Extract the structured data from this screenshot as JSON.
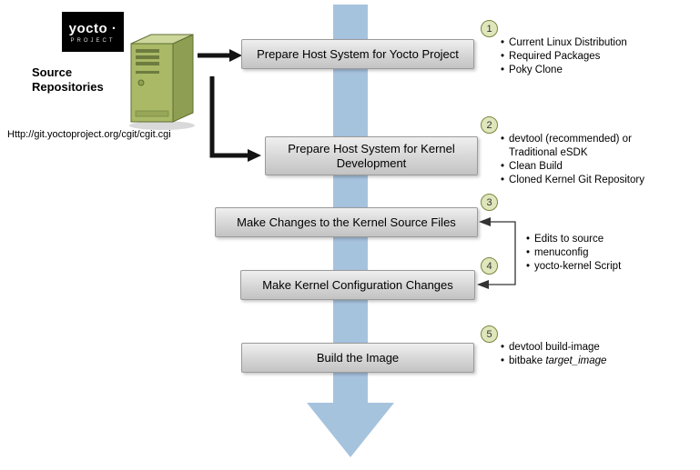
{
  "logo": {
    "brand": "yocto ·",
    "sub": "PROJECT"
  },
  "source": {
    "title": "Source Repositories",
    "url": "Http://git.yoctoproject.org/cgit/cgit.cgi"
  },
  "steps": {
    "s1": {
      "num": "1",
      "label": "Prepare Host System for Yocto Project"
    },
    "s2": {
      "num": "2",
      "label": "Prepare Host System for Kernel Development"
    },
    "s3": {
      "num": "3",
      "label": "Make Changes to the Kernel Source Files"
    },
    "s4": {
      "num": "4",
      "label": "Make Kernel Configuration Changes"
    },
    "s5": {
      "num": "5",
      "label": "Build the Image"
    }
  },
  "lists": {
    "s1": [
      "Current Linux Distribution",
      "Required Packages",
      "Poky Clone"
    ],
    "s2_first_line1": "devtool (recommended) or",
    "s2_first_line2": "Traditional eSDK",
    "s2_rest": [
      "Clean Build",
      "Cloned Kernel Git Repository"
    ],
    "shared": [
      "Edits to source",
      "menuconfig",
      "yocto-kernel Script"
    ],
    "s5_first": "devtool build-image",
    "s5_second_prefix": "bitbake ",
    "s5_second_italic": "target_image"
  },
  "colors": {
    "flow_arrow": "#a6c3de",
    "box_border": "#9a9a9a",
    "circle_fill": "#e0e6bb",
    "circle_border": "#77883f",
    "server_green": "#a9b966",
    "logo_bg": "#000000"
  }
}
